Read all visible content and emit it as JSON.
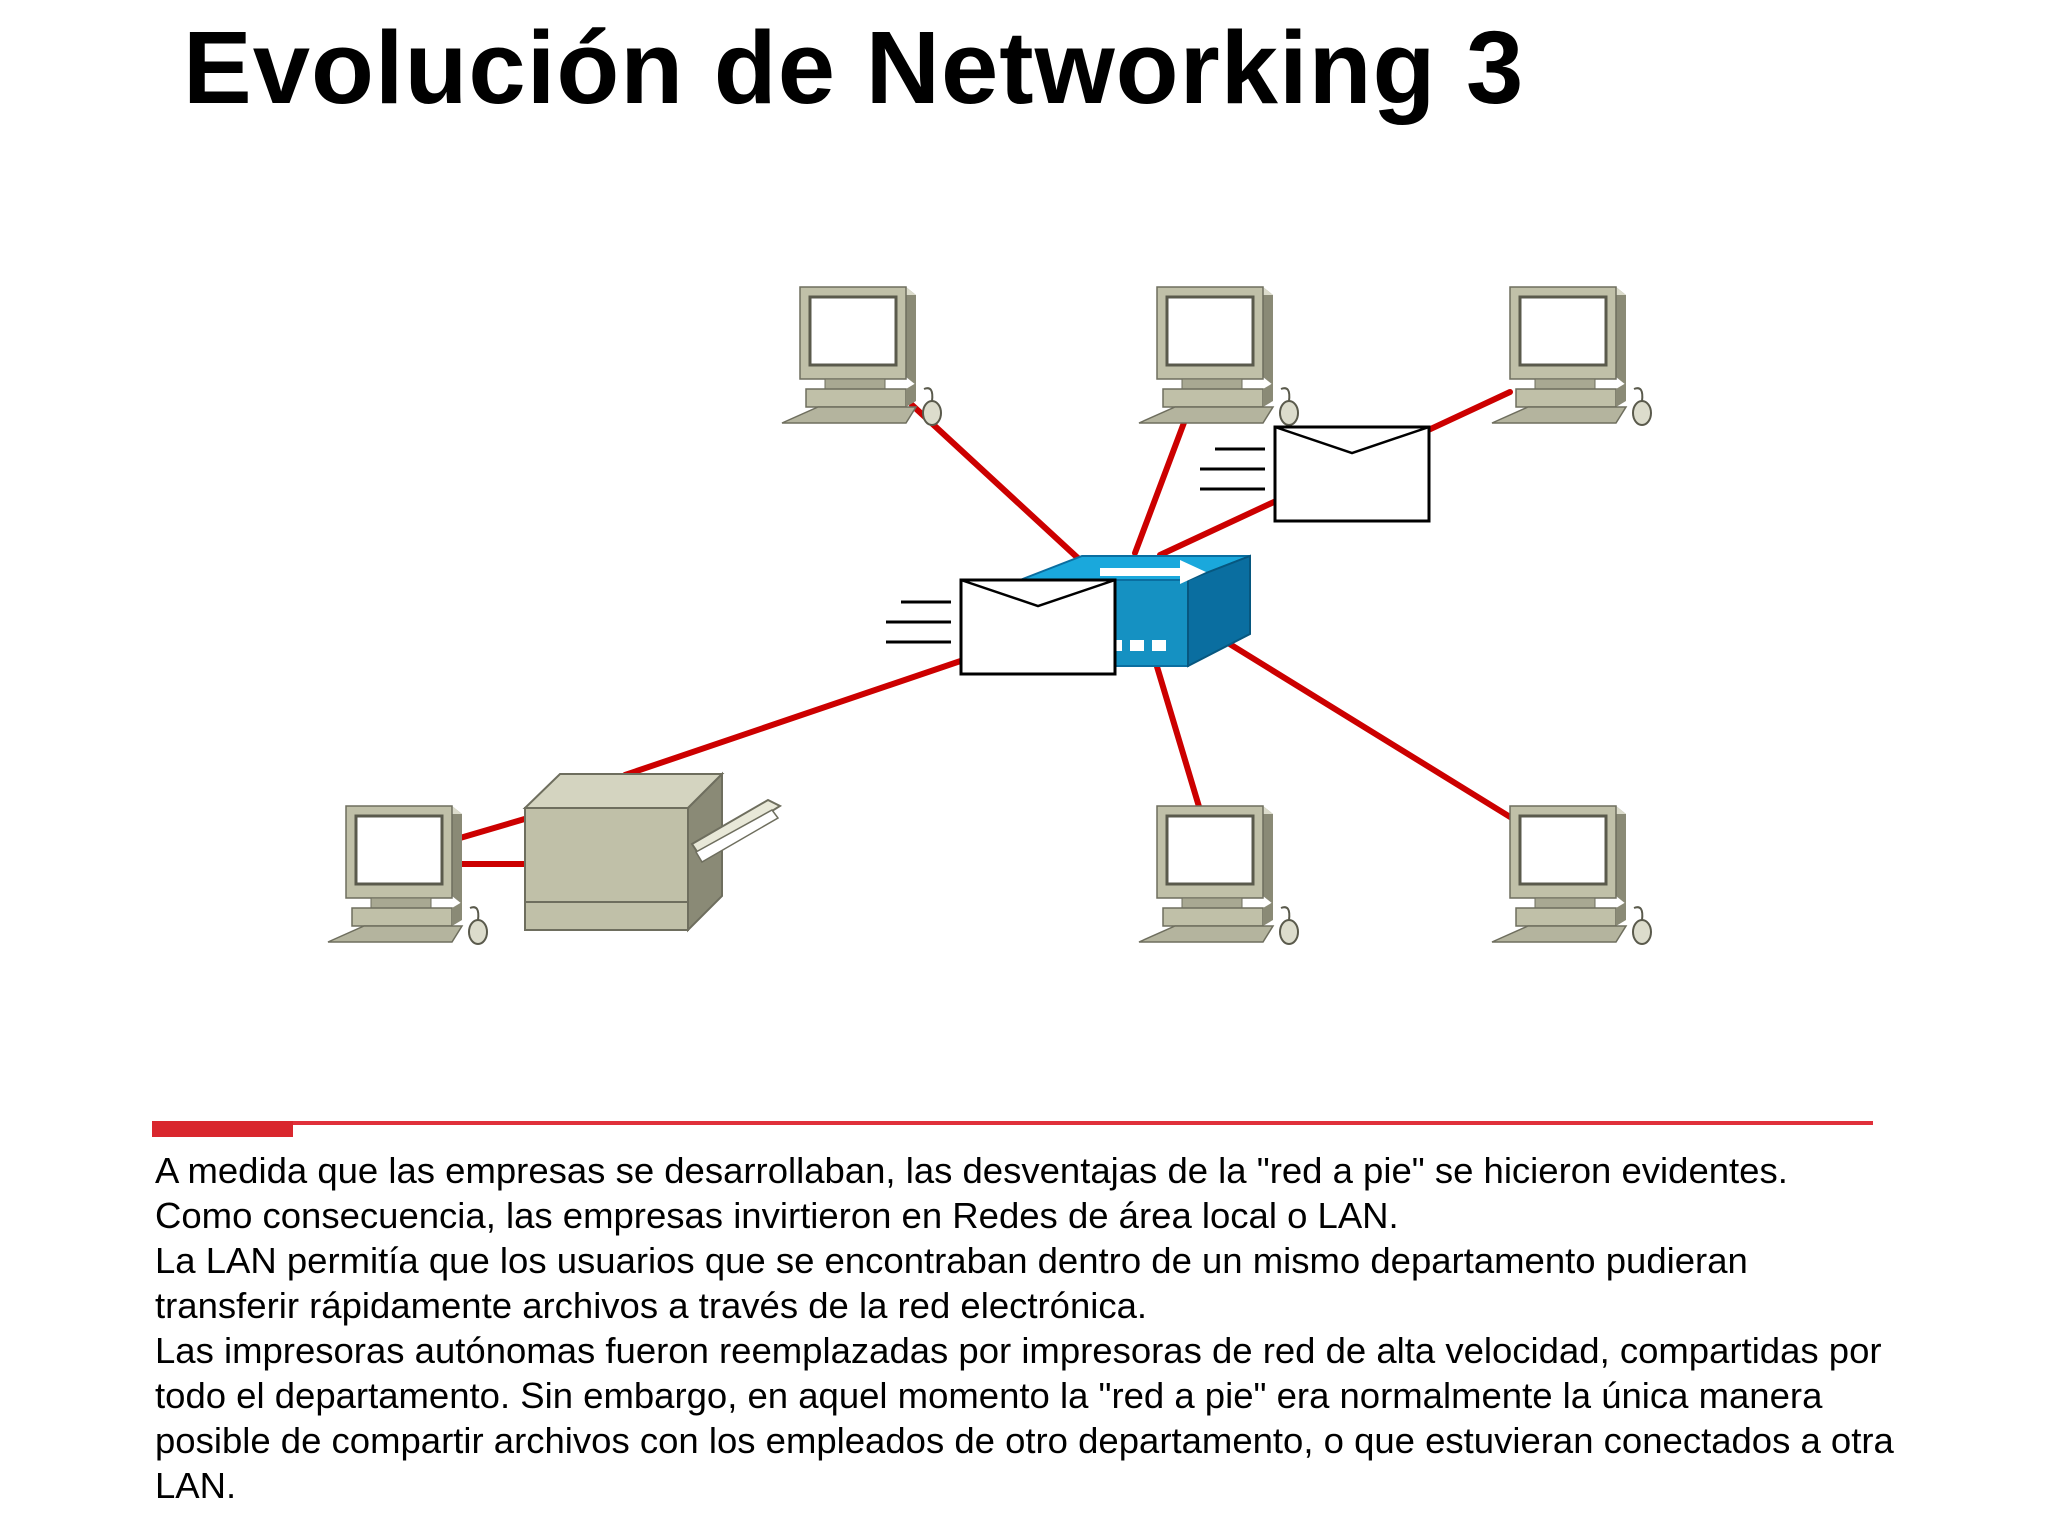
{
  "slide": {
    "title": "Evolución de Networking 3",
    "paragraphs": [
      "A medida que las empresas se desarrollaban, las desventajas de la \"red a pie\" se hicieron evidentes. Como consecuencia, las empresas invirtieron en Redes de área local o LAN.",
      "La LAN permitía que los usuarios que se encontraban dentro de un mismo departamento pudieran transferir rápidamente archivos a través de la red electrónica.",
      "Las impresoras autónomas fueron reemplazadas por impresoras de red de alta velocidad, compartidas por todo el departamento. Sin embargo, en aquel momento la \"red a pie\" era normalmente la única manera posible de compartir archivos con los empleados de otro departamento, o que estuvieran conectados a otra LAN."
    ]
  },
  "diagram": {
    "hub_icon": "network-hub-icon",
    "computer_icon": "desktop-computer-icon",
    "printer_icon": "network-printer-icon",
    "message_icon": "envelope-icon",
    "computers": [
      "top-left",
      "top-center",
      "top-right",
      "bottom-left",
      "bottom-center",
      "bottom-right"
    ],
    "colors": {
      "link": "#cc0000",
      "hub": "#1aa8dc",
      "hub_dark": "#0a6ea0",
      "device": "#c0c0a8",
      "device_dark": "#8a8a76",
      "accent": "#d9272e",
      "rule": "#e0303a"
    }
  }
}
